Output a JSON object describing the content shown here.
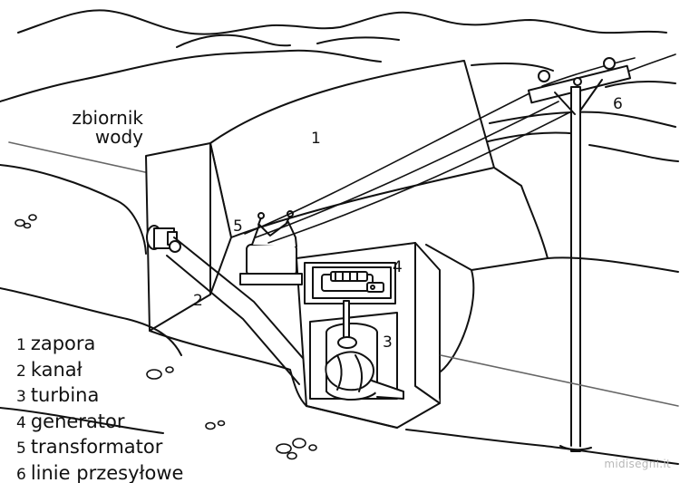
{
  "scene_label": "zbiornik wody",
  "callouts": {
    "c1": "1",
    "c2": "2",
    "c3": "3",
    "c4": "4",
    "c5": "5",
    "c6": "6"
  },
  "legend": [
    {
      "num": "1",
      "text": "zapora"
    },
    {
      "num": "2",
      "text": "kanał"
    },
    {
      "num": "3",
      "text": "turbina"
    },
    {
      "num": "4",
      "text": "generator"
    },
    {
      "num": "5",
      "text": "transformator"
    },
    {
      "num": "6",
      "text": "linie przesyłowe"
    }
  ],
  "watermark": "midisegni.it"
}
